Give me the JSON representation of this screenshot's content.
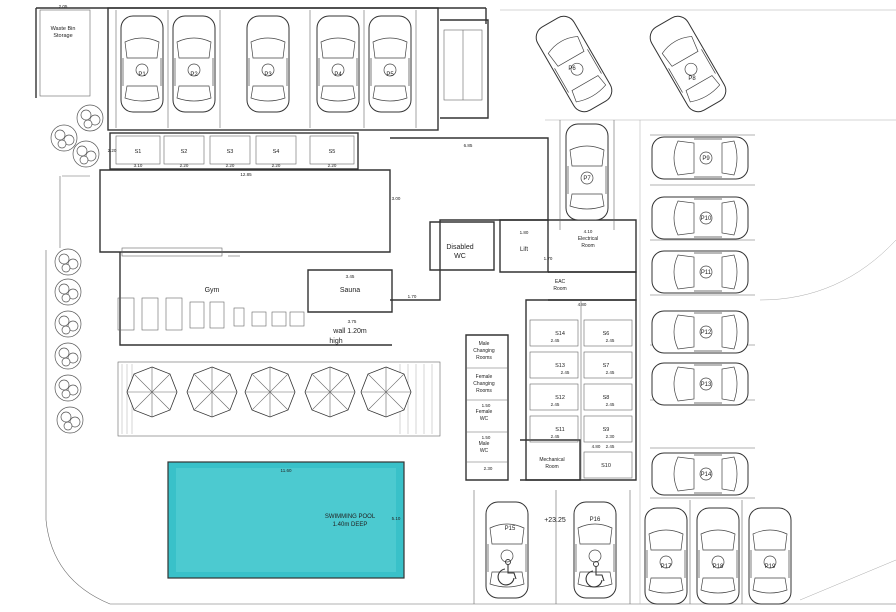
{
  "rooms": {
    "waste_bin": [
      "Waste Bin",
      "Storage"
    ],
    "gym": "Gym",
    "sauna": "Sauna",
    "wall_note": [
      "wall 1.20m",
      "high"
    ],
    "disabled_wc": [
      "Disabled",
      "WC"
    ],
    "lift": "Lift",
    "electrical": [
      "Electrical",
      "Room"
    ],
    "eac": [
      "EAC",
      "Room"
    ],
    "male_changing": [
      "Male",
      "Changing",
      "Rooms"
    ],
    "female_changing": [
      "Female",
      "Changing",
      "Rooms"
    ],
    "female_wc": [
      "Female",
      "WC"
    ],
    "male_wc": [
      "Male",
      "WC"
    ],
    "mechanical": [
      "Mechanical",
      "Room"
    ],
    "pool": [
      "SWIMMING POOL",
      "1.40m DEEP"
    ],
    "level": "+23.25"
  },
  "parking": {
    "top": [
      "P1",
      "P2",
      "P3",
      "P4",
      "P5"
    ],
    "angled": [
      "P6",
      "P8"
    ],
    "p7": "P7",
    "right": [
      "P9",
      "P10",
      "P11",
      "P12",
      "P13",
      "P14"
    ],
    "accessible": [
      "P15",
      "P16"
    ],
    "bottom": [
      "P17",
      "P18",
      "P19"
    ]
  },
  "storage": {
    "top": [
      "S1",
      "S2",
      "S3",
      "S4",
      "S5"
    ],
    "left_col": [
      "S14",
      "S13",
      "S12",
      "S11"
    ],
    "right_col": [
      "S6",
      "S7",
      "S8",
      "S9",
      "S10"
    ]
  },
  "dims": {
    "top_store": [
      "3.10",
      "2.20",
      "2.20",
      "2.20",
      "2.20"
    ],
    "store_total": "12.85",
    "corridor": "6.85",
    "sauna_w": "3.45",
    "gym_w": "3.75",
    "pool_len": "11.60",
    "pool_w": "5.10",
    "lift_w": "1.80",
    "elec_w": "4.10",
    "eac_w": "4.80",
    "store_pair": [
      "2.45",
      "2.45",
      "2.45",
      "2.45",
      "2.45"
    ],
    "store_right": [
      "2.45",
      "2.45",
      "2.30",
      "2.45"
    ],
    "small": [
      "2.20",
      "1.70",
      "3.00",
      "1.50",
      "1.50",
      "2.30",
      "1.70",
      "4.80",
      "2.05"
    ]
  }
}
